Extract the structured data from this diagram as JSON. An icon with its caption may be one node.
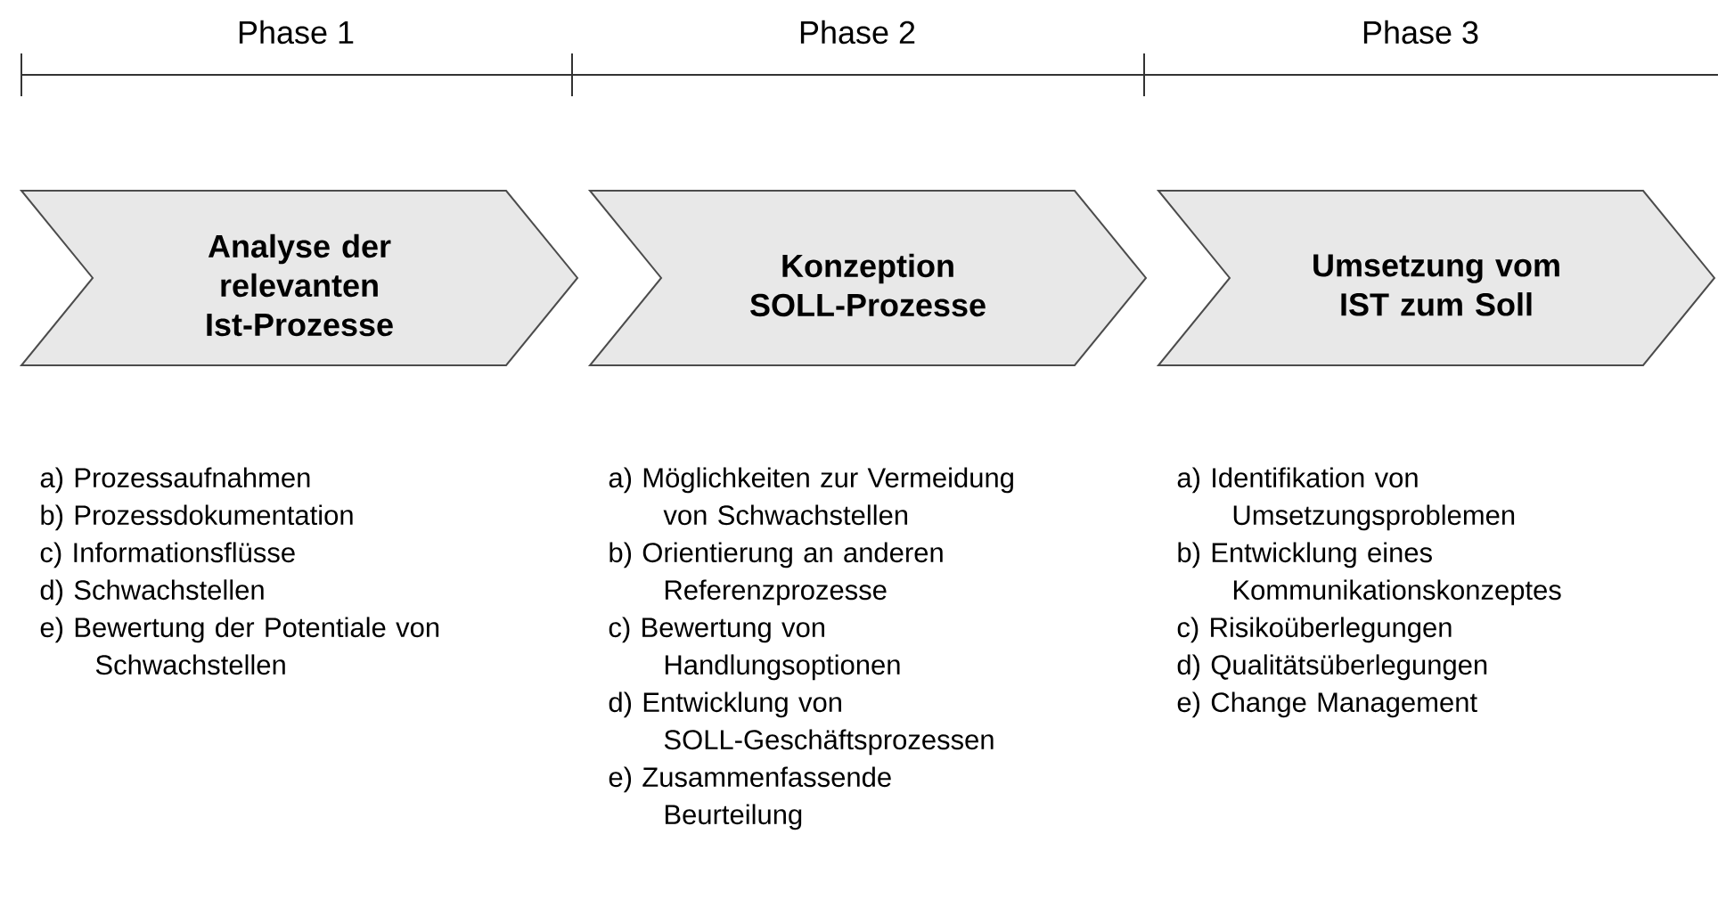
{
  "diagram": {
    "nodes": [
      {
        "text": [
          "Analyse der relevanten Ist-Prozesse"
        ],
        "beside": [
          "a) Prozessaufnahmen",
          "b) Prozessdokumentation",
          "c) Informationsflüsse",
          "d) Schwachstellen",
          "e) Bewertung der Potentiale von Schwachstellen"
        ]
      },
      {
        "text": [
          "Konzeption SOLL-Prozesse"
        ],
        "beside": [
          "a) Möglichkeiten zur Vermeidung von Schwachstellen",
          "b) Orientierung an anderen Referenzprozesse",
          "c) Bewertung von Handlungsoptionen",
          "d) Entwicklung von SOLL-Geschäftsprozessen",
          "e) Zusammenfassende Beurteilung"
        ]
      },
      {
        "text": [
          "Umsetzung vom IST zum Soll"
        ],
        "beside": [
          "a) Identifikation von Umsetzungsproblemen",
          "b) Entwicklung eines Kommunikationskonzeptes",
          "c) Risikoüberlegungen",
          "d) Qualitätsüberlegungen",
          "e) Change Management"
        ]
      }
    ],
    "labels": [
      "Phase 1",
      "Phase 2",
      "Phase 3"
    ]
  }
}
